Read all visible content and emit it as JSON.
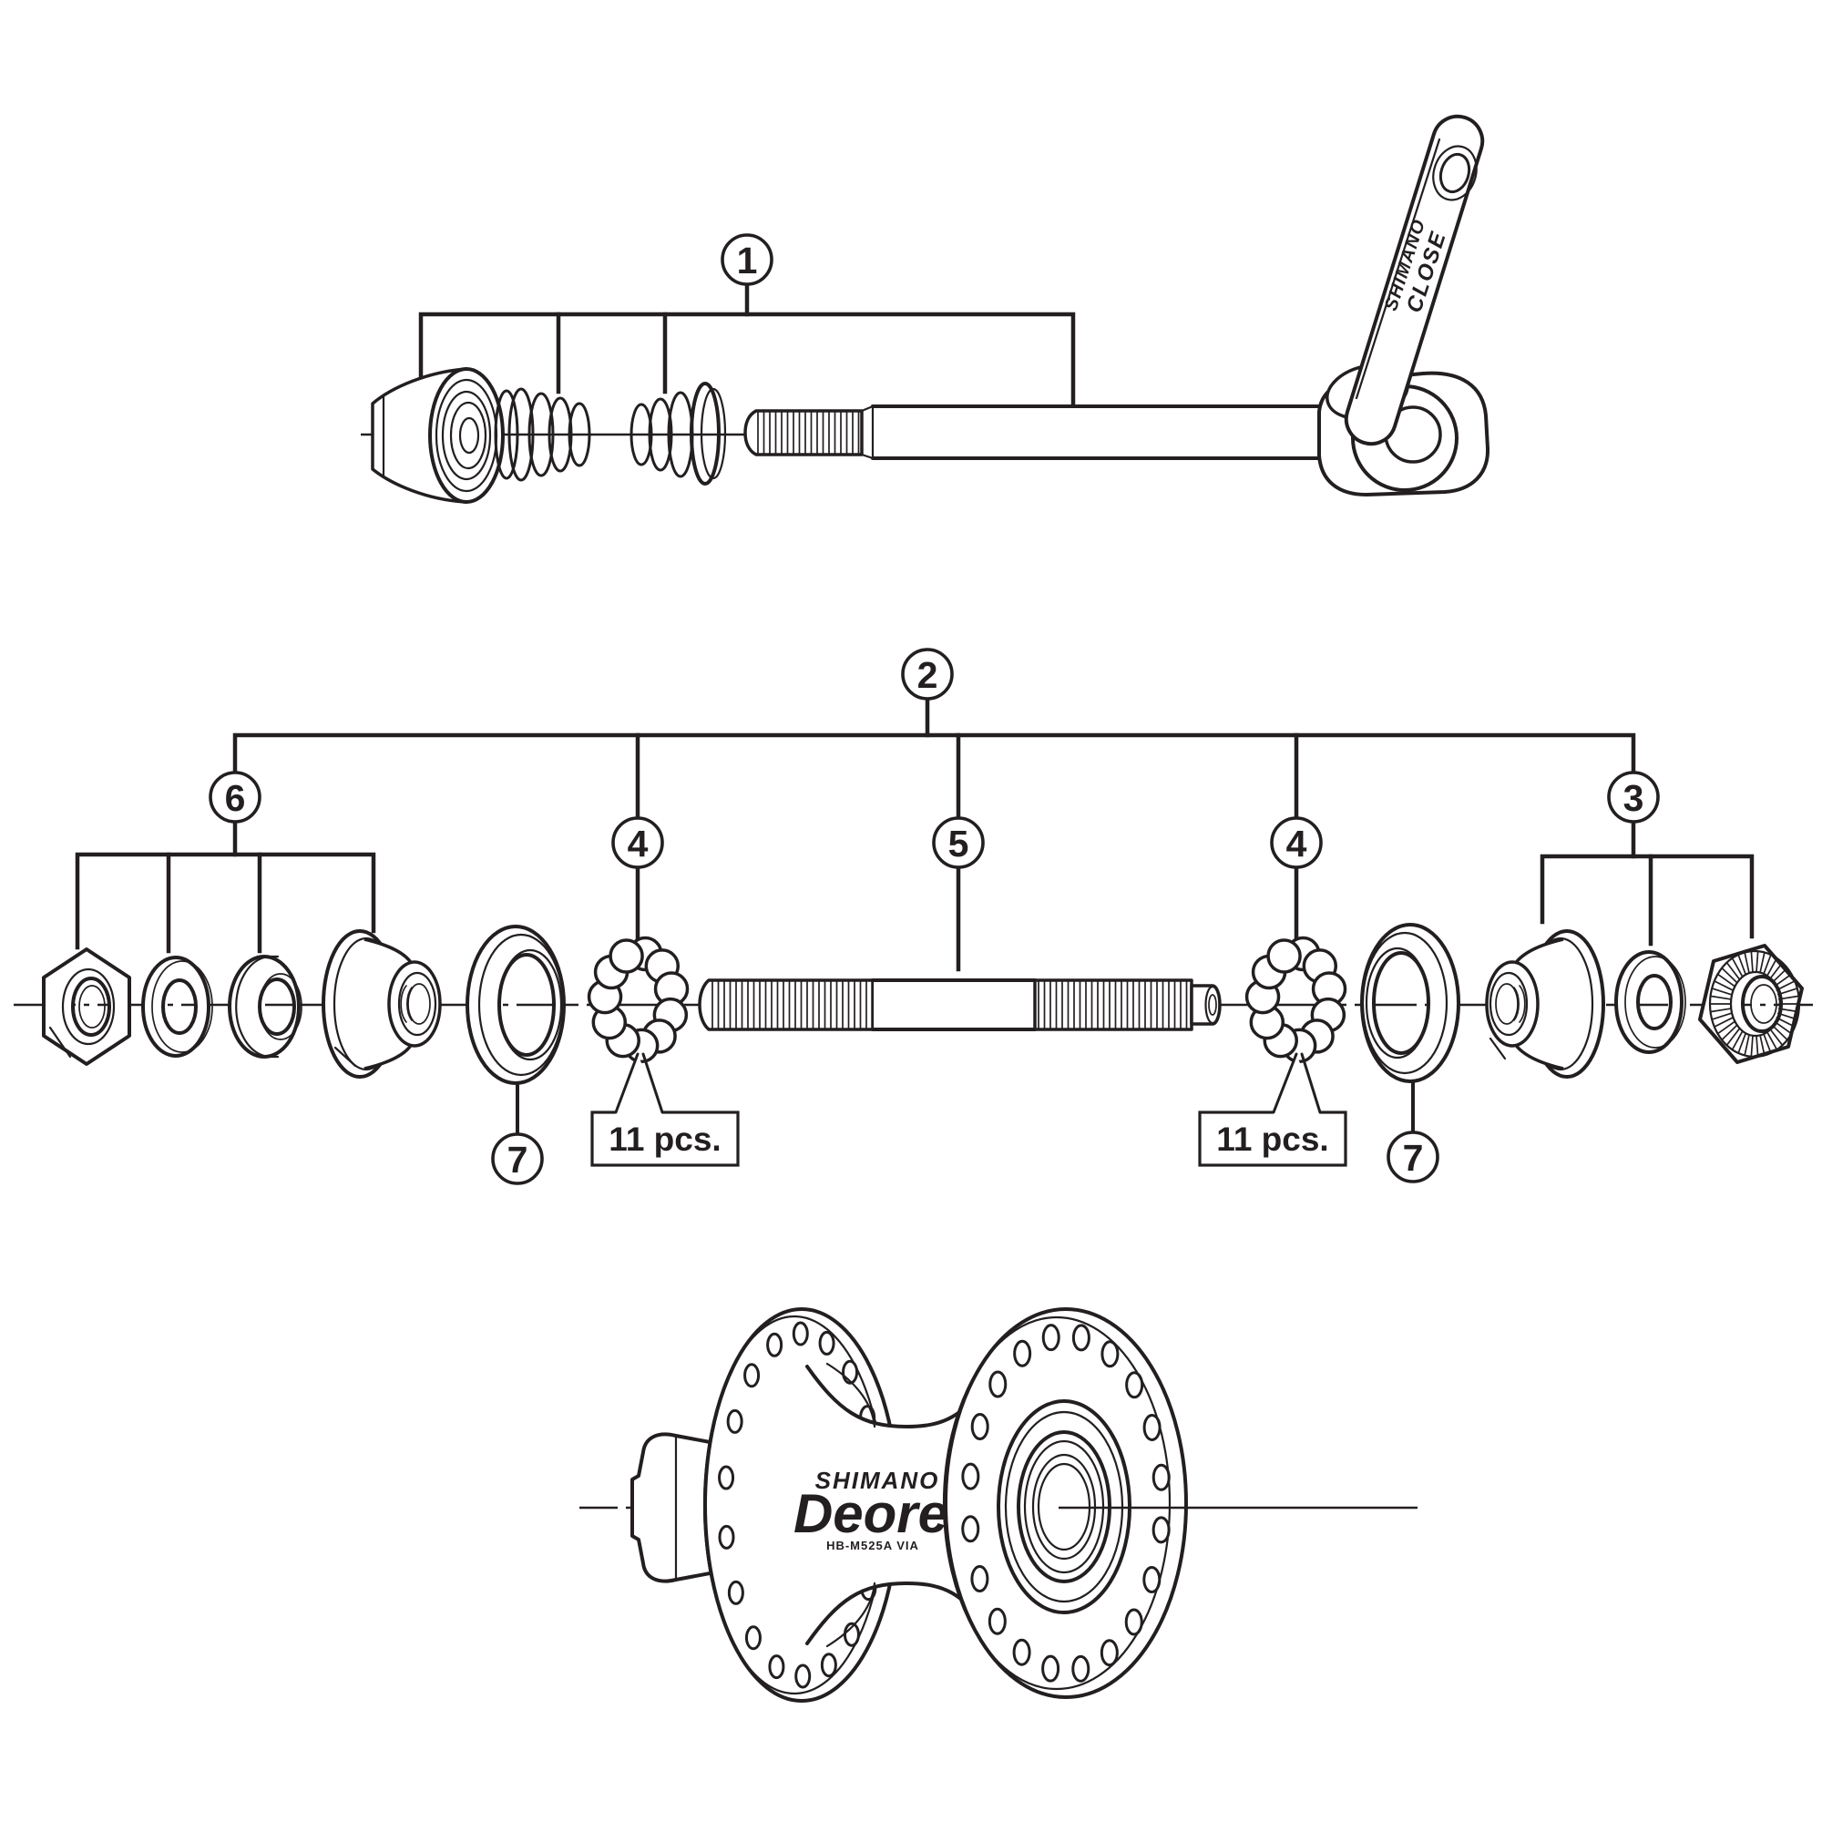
{
  "figure": {
    "background": "#ffffff",
    "line_color": "#231f20",
    "callout_labels": {
      "c1": "1",
      "c2": "2",
      "c3": "3",
      "c4": "4",
      "c5": "5",
      "c6": "6",
      "c7": "7"
    },
    "annotations": {
      "bearing_qty_left": "11 pcs.",
      "bearing_qty_right": "11 pcs."
    },
    "lever_text": {
      "line1": "SHIMANO",
      "line2": "CLOSE"
    },
    "hub_logo": {
      "brand": "SHIMANO",
      "series": "Deore",
      "model": "HB-M525A VIA"
    }
  }
}
